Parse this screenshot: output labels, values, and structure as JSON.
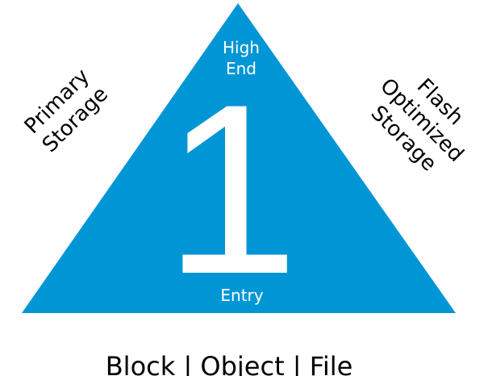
{
  "diagram": {
    "accent_color": "#0096D6",
    "tier_text_color": "#ffffff",
    "side_text_color": "#000000",
    "numeral": "1",
    "top_label_line1": "High",
    "top_label_line2": "End",
    "bottom_label": "Entry",
    "left_label_line1": "Primary",
    "left_label_line2": "Storage",
    "right_label_line1": "Flash",
    "right_label_line2": "Optimized",
    "right_label_line3": "Storage",
    "footer_label": "Block | Object | File"
  }
}
